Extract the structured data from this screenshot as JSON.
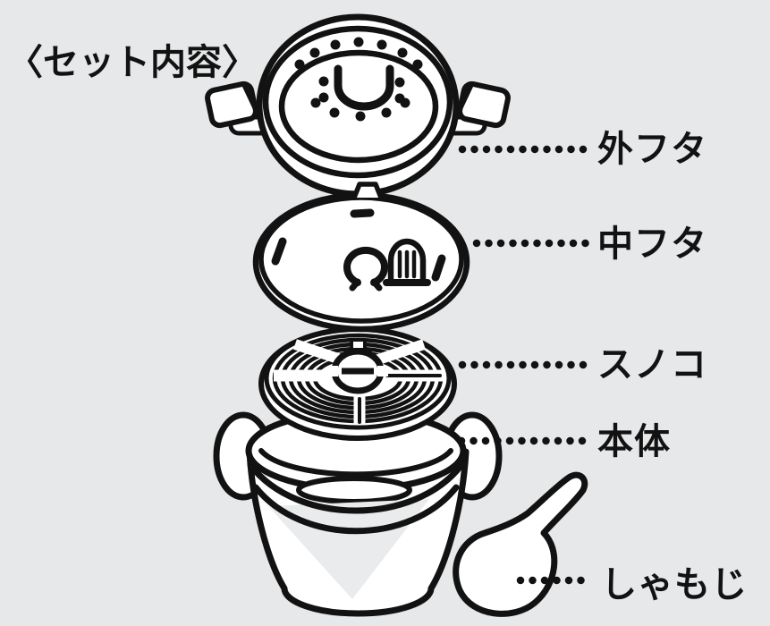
{
  "title": "〈セット内容〉",
  "colors": {
    "background": "#e7e8e9",
    "line": "#121212",
    "fill": "#ffffff",
    "shade": "#eaebec"
  },
  "parts": [
    {
      "id": "outer-lid",
      "label": "外フタ"
    },
    {
      "id": "inner-lid",
      "label": "中フタ"
    },
    {
      "id": "drainboard",
      "label": "スノコ"
    },
    {
      "id": "main-body",
      "label": "本体"
    },
    {
      "id": "rice-paddle",
      "label": "しゃもじ"
    }
  ]
}
